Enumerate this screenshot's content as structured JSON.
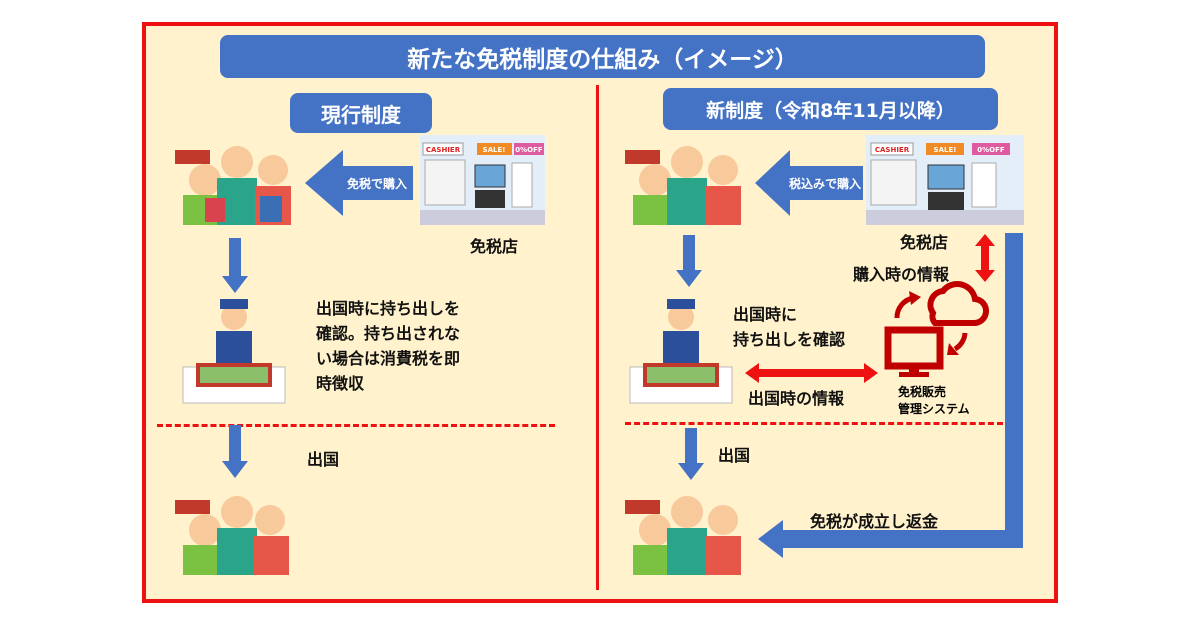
{
  "title": "新たな免税制度の仕組み（イメージ）",
  "current": {
    "header": "現行制度",
    "purchase_arrow": "免税で購入",
    "store": "免税店",
    "store_signs": [
      "CASHIER",
      "SALE!",
      "0%OFF"
    ],
    "description": [
      "出国時に持ち出しを",
      "確認。持ち出されな",
      "い場合は消費税を即",
      "時徴収"
    ],
    "departure": "出国"
  },
  "new": {
    "header": "新制度（令和8年11月以降）",
    "purchase_arrow": "税込みで購入",
    "store": "免税店",
    "store_signs": [
      "CASHIER",
      "SALE!",
      "0%OFF"
    ],
    "purchase_info": "購入時の情報",
    "check": [
      "出国時に",
      "持ち出しを確認"
    ],
    "departure_info": "出国時の情報",
    "system": [
      "免税販売",
      "管理システム"
    ],
    "departure": "出国",
    "refund": "免税が成立し返金"
  },
  "colors": {
    "border": "#ee1111",
    "background": "#fff2cc",
    "blue": "#4472c4",
    "system": "#c00000"
  }
}
